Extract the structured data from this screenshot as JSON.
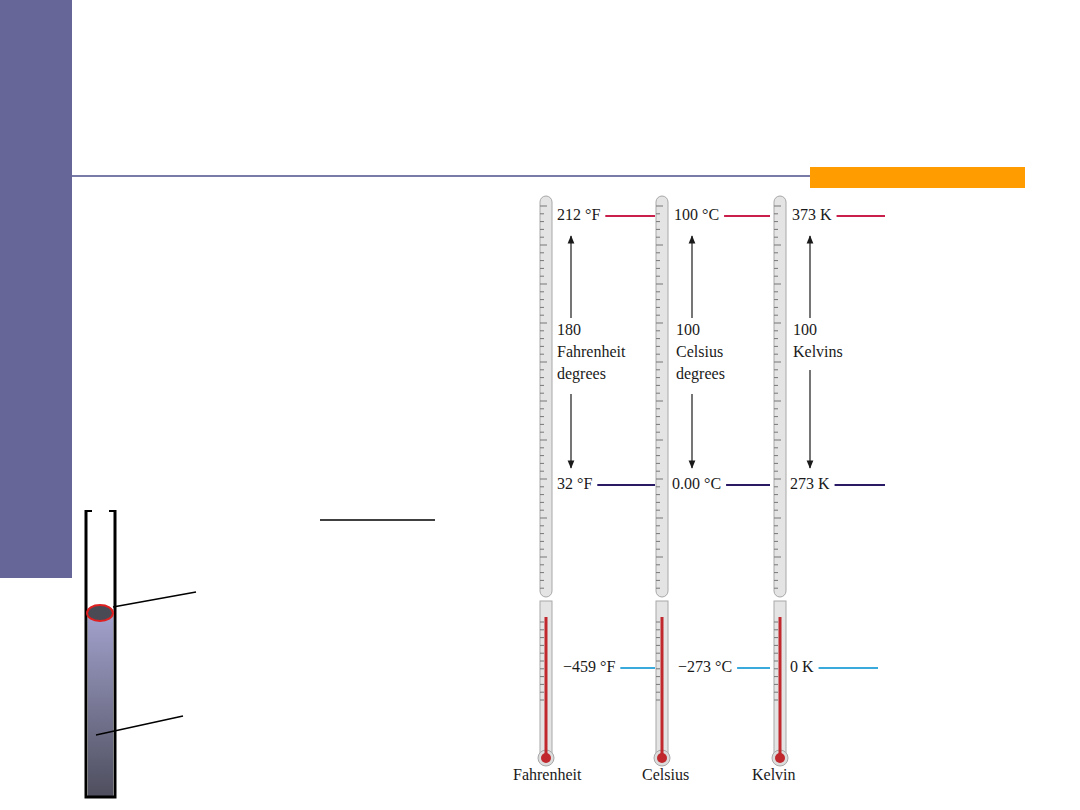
{
  "diagram": {
    "labels": [
      "212 °F",
      "100 °C",
      "373 K",
      "180 Fahrenheit degrees",
      "100 Celsius degrees",
      "100 Kelvins",
      "32 °F",
      "0.00 °C",
      "273 K",
      "−459 °F",
      "−273 °C",
      "0 K",
      "Fahrenheit",
      "Celsius",
      "Kelvin"
    ]
  }
}
